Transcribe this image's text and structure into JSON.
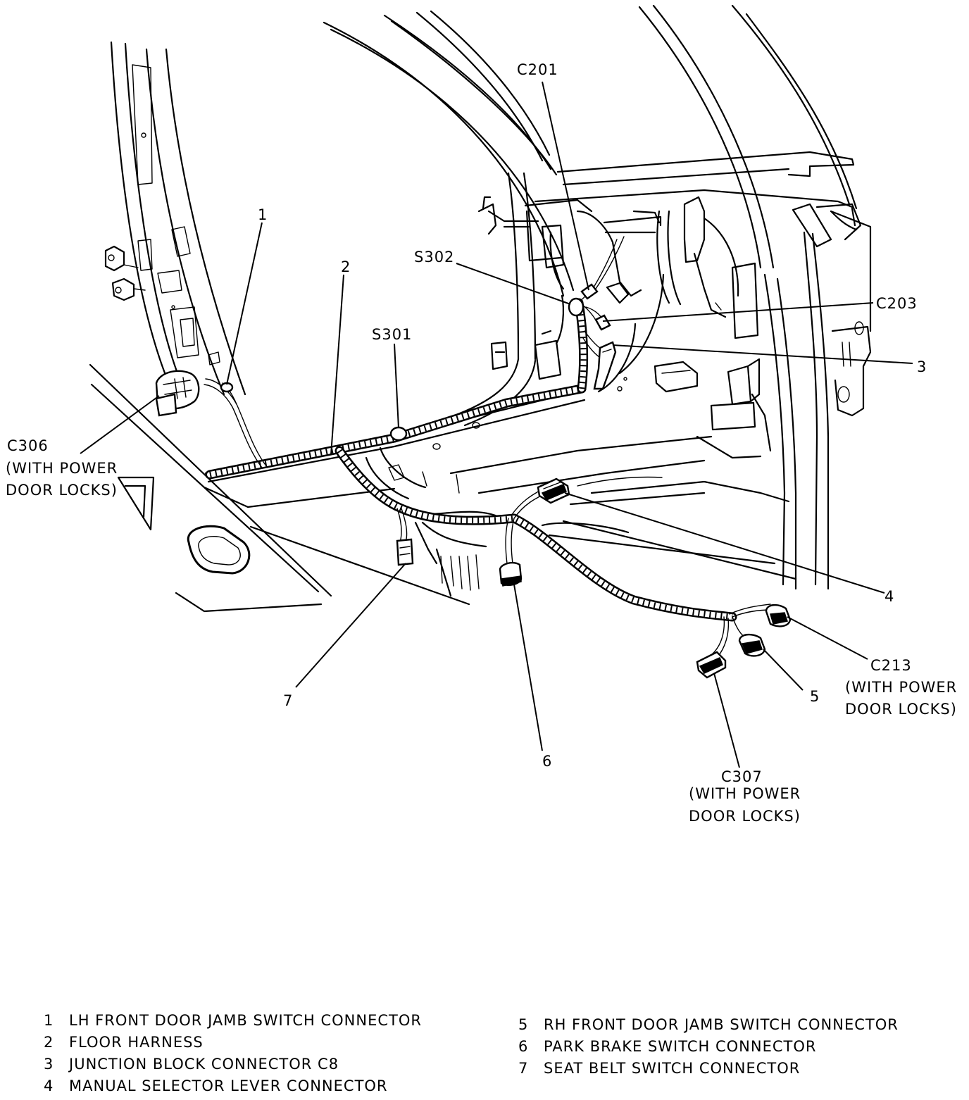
{
  "callouts": {
    "c201": "C201",
    "s302": "S302",
    "c203": "C203",
    "n1": "1",
    "n2": "2",
    "n3": "3",
    "s301": "S301",
    "c306": "C306",
    "c306_note_1": "(WITH POWER",
    "c306_note_2": "DOOR LOCKS)",
    "n4": "4",
    "c213": "C213",
    "c213_note_1": "(WITH POWER",
    "c213_note_2": "DOOR LOCKS)",
    "n5": "5",
    "n7": "7",
    "n6": "6",
    "c307": "C307",
    "c307_note_1": "(WITH POWER",
    "c307_note_2": "DOOR LOCKS)"
  },
  "legend": {
    "left": [
      {
        "num": "1",
        "text": "LH FRONT DOOR JAMB SWITCH CONNECTOR"
      },
      {
        "num": "2",
        "text": "FLOOR HARNESS"
      },
      {
        "num": "3",
        "text": "JUNCTION BLOCK CONNECTOR C8"
      },
      {
        "num": "4",
        "text": "MANUAL SELECTOR LEVER CONNECTOR"
      }
    ],
    "right": [
      {
        "num": "5",
        "text": "RH FRONT DOOR JAMB SWITCH CONNECTOR"
      },
      {
        "num": "6",
        "text": "PARK BRAKE SWITCH CONNECTOR"
      },
      {
        "num": "7",
        "text": "SEAT BELT SWITCH CONNECTOR"
      }
    ]
  }
}
